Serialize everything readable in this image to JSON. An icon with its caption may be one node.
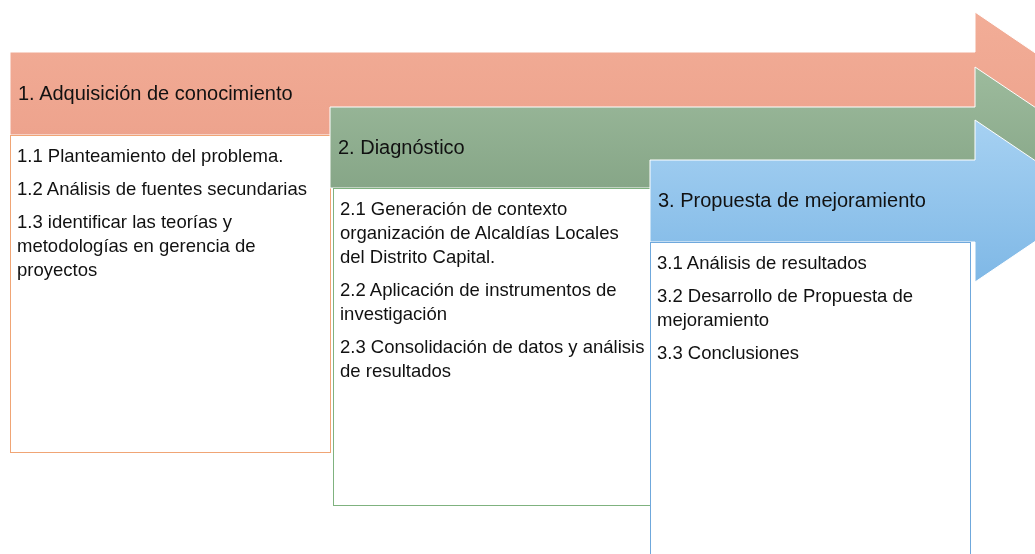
{
  "diagram": {
    "nodes": [
      {
        "text": [
          "1. Adquisición de conocimiento"
        ]
      },
      {
        "text": [
          "1.1 Planteamiento del problema.",
          "1.2 Análisis de fuentes secundarias",
          "1.3 identificar las teorías y metodologías en gerencia de proyectos"
        ]
      },
      {
        "text": [
          "2. Diagnóstico"
        ]
      },
      {
        "text": [
          "2.1 Generación de contexto organización de Alcaldías Locales del Distrito Capital.",
          "2.2 Aplicación de instrumentos de investigación",
          "2.3 Consolidación de datos y análisis de resultados"
        ]
      },
      {
        "text": [
          "3. Propuesta de mejoramiento"
        ]
      },
      {
        "text": [
          "3.1 Análisis de resultados",
          "3.2 Desarrollo de Propuesta de mejoramiento",
          "3.3 Conclusiones"
        ]
      }
    ]
  }
}
